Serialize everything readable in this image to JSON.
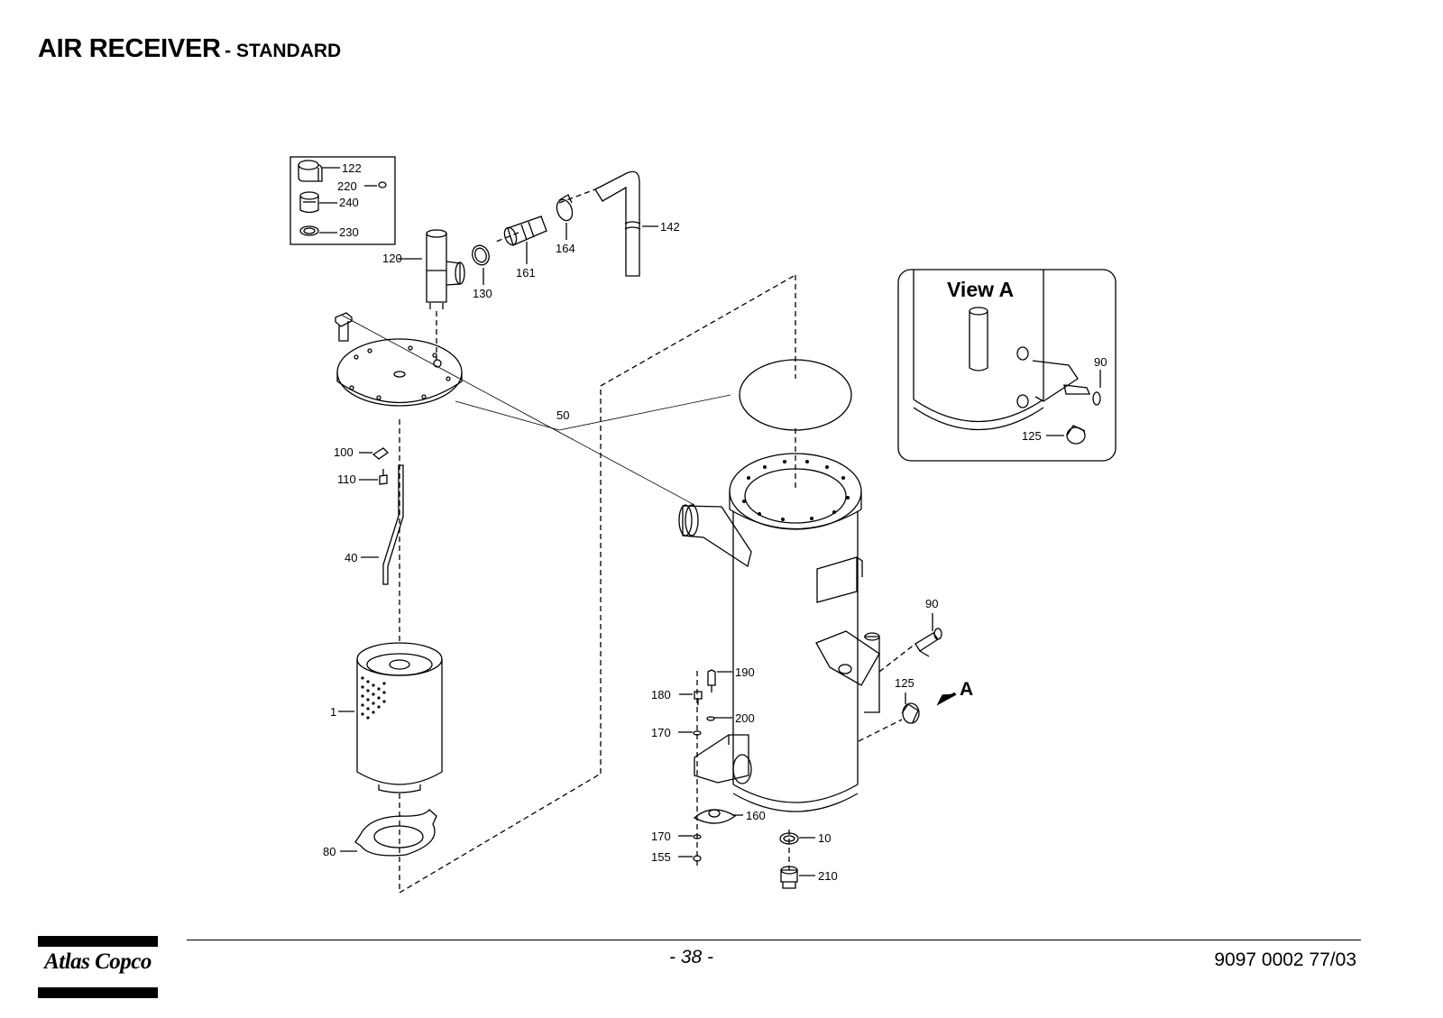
{
  "header": {
    "title": "AIR RECEIVER",
    "subtitle": "- STANDARD"
  },
  "diagram": {
    "inset_parts": [
      "122",
      "220",
      "240",
      "230"
    ],
    "view_a": {
      "title": "View A",
      "labels": [
        "90",
        "125"
      ]
    },
    "part_labels": [
      "120",
      "130",
      "161",
      "164",
      "142",
      "50",
      "100",
      "110",
      "40",
      "1",
      "80",
      "190",
      "180",
      "200",
      "170",
      "160",
      "170",
      "155",
      "10",
      "210",
      "90",
      "125"
    ],
    "view_marker": "A"
  },
  "footer": {
    "page_number": "- 38 -",
    "document_number": "9097 0002 77/03",
    "brand": "Atlas Copco"
  }
}
